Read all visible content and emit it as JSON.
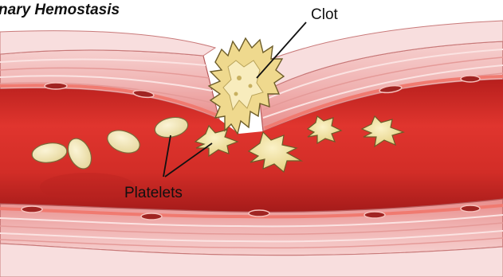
{
  "diagram": {
    "title": "nary Hemostasis",
    "labels": {
      "clot": "Clot",
      "platelets": "Platelets"
    },
    "colors": {
      "lumen": "#d9302b",
      "lumen_dark": "#a71d1c",
      "wall_outer": "#f2b8b8",
      "wall_inner": "#f7d3d0",
      "endothelium": "#e55a52",
      "platelet": "#f1e6b8",
      "platelet_active": "#f4e49a",
      "clot": "#f0dc92"
    }
  }
}
